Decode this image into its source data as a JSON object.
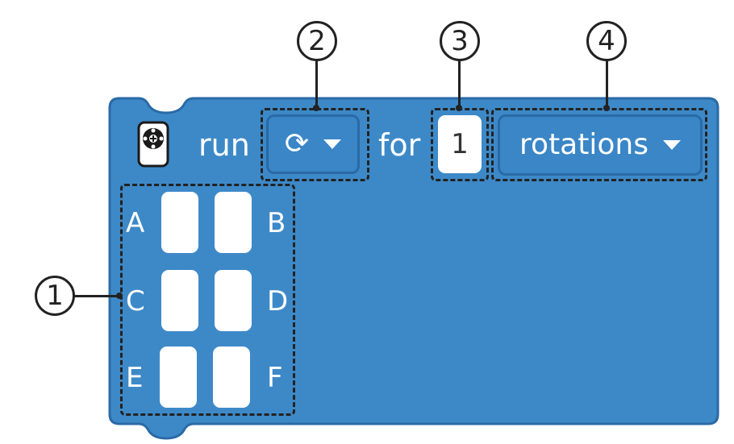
{
  "block": {
    "run_label": "run",
    "for_label": "for",
    "direction_symbol": "⟳",
    "amount_value": "1",
    "unit_value": "rotations"
  },
  "ports": [
    {
      "label": "A"
    },
    {
      "label": "B"
    },
    {
      "label": "C"
    },
    {
      "label": "D"
    },
    {
      "label": "E"
    },
    {
      "label": "F"
    }
  ],
  "callouts": [
    "1",
    "2",
    "3",
    "4"
  ],
  "colors": {
    "block_fill": "#3d89c8",
    "block_border": "#2a6aa6",
    "field": "#ffffff",
    "annotation": "#222222"
  },
  "icons": [
    "motor-icon",
    "rotate-clockwise-icon",
    "dropdown-caret-icon"
  ]
}
